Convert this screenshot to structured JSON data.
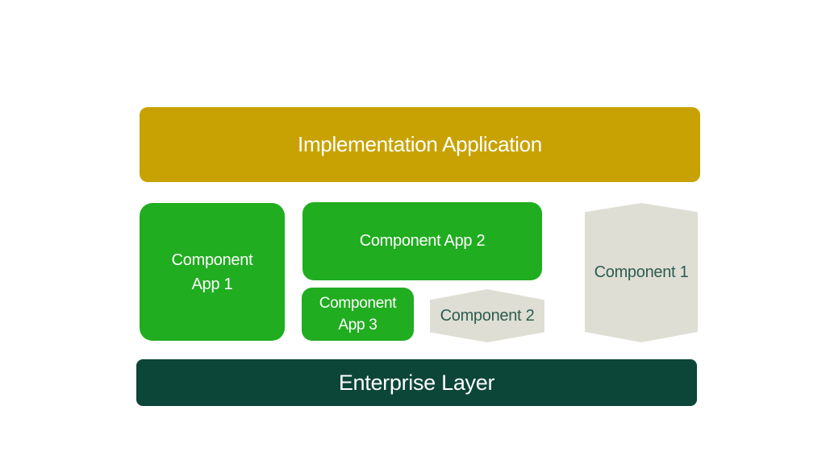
{
  "diagram": {
    "background_color": "#FFFFFF",
    "implementation_banner": {
      "label": "Implementation Application",
      "bg_color": "#C8A202",
      "text_color": "#FFFFFF"
    },
    "component_app_1": {
      "line1": "Component",
      "line2": "App 1",
      "bg_color": "#20AD20",
      "text_color": "#FFFFFF"
    },
    "component_app_2": {
      "label": "Component App 2",
      "bg_color": "#20AD20",
      "text_color": "#FFFFFF"
    },
    "component_app_3": {
      "line1": "Component",
      "line2": "App 3",
      "bg_color": "#20AD20",
      "text_color": "#FFFFFF"
    },
    "component_1": {
      "label": "Component 1",
      "bg_color": "#DFDED4",
      "text_color": "#2E5C52"
    },
    "component_2": {
      "label": "Component 2",
      "bg_color": "#DFDED4",
      "text_color": "#2E5C52"
    },
    "enterprise_banner": {
      "label": "Enterprise Layer",
      "bg_color": "#0C4638",
      "text_color": "#FFFFFF"
    }
  }
}
